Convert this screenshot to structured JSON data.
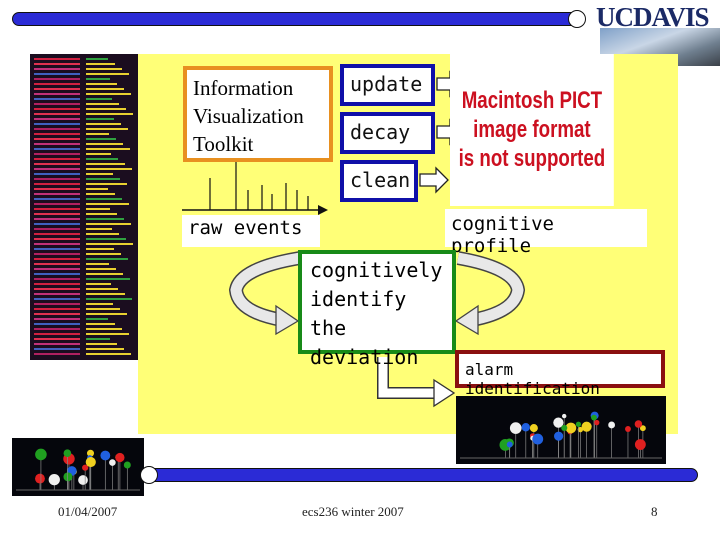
{
  "header": {
    "logo_text": "UCDAVIS"
  },
  "diagram": {
    "toolkit_lines": [
      "Information",
      "Visualization",
      "Toolkit"
    ],
    "operations": {
      "update": "update",
      "decay": "decay",
      "clean": "clean"
    },
    "pict_lines": [
      "Macintosh PICT",
      "image format",
      "is not supported"
    ],
    "raw_events": "raw events",
    "cognitive_profile": "cognitive profile",
    "deviation_lines": [
      "cognitively",
      "identify the",
      "deviation"
    ],
    "alarm": "alarm identification"
  },
  "footer": {
    "date": "01/04/2007",
    "course": "ecs236 winter 2007",
    "page": "8"
  },
  "colors": {
    "bar": "#2b2bd6",
    "yellow": "#ffff77",
    "toolkit_border": "#e89020",
    "op_border": "#1010a8",
    "deviation_border": "#188a18",
    "alarm_border": "#8a1010",
    "pict_text": "#cc1020"
  }
}
